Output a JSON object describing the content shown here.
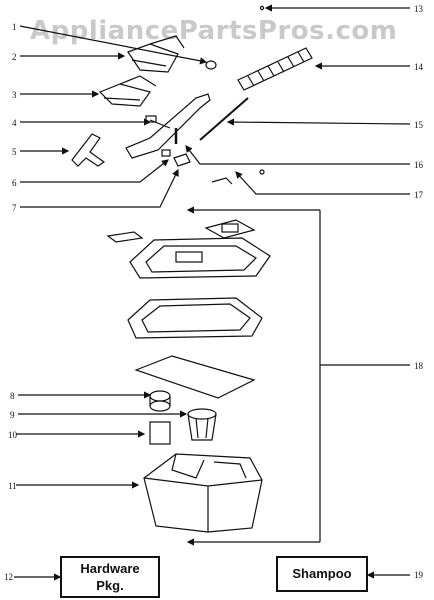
{
  "watermark": "AppliancePartsPros.com",
  "boxes": {
    "hardware_line1": "Hardware",
    "hardware_line2": "Pkg.",
    "shampoo": "Shampoo"
  },
  "callouts": {
    "1": "1",
    "2": "2",
    "3": "3",
    "4": "4",
    "5": "5",
    "6": "6",
    "7": "7",
    "8": "8",
    "9": "9",
    "10": "10",
    "11": "11",
    "12": "12",
    "13": "13",
    "14": "14",
    "15": "15",
    "16": "16",
    "17": "17",
    "18": "18",
    "19": "19"
  }
}
